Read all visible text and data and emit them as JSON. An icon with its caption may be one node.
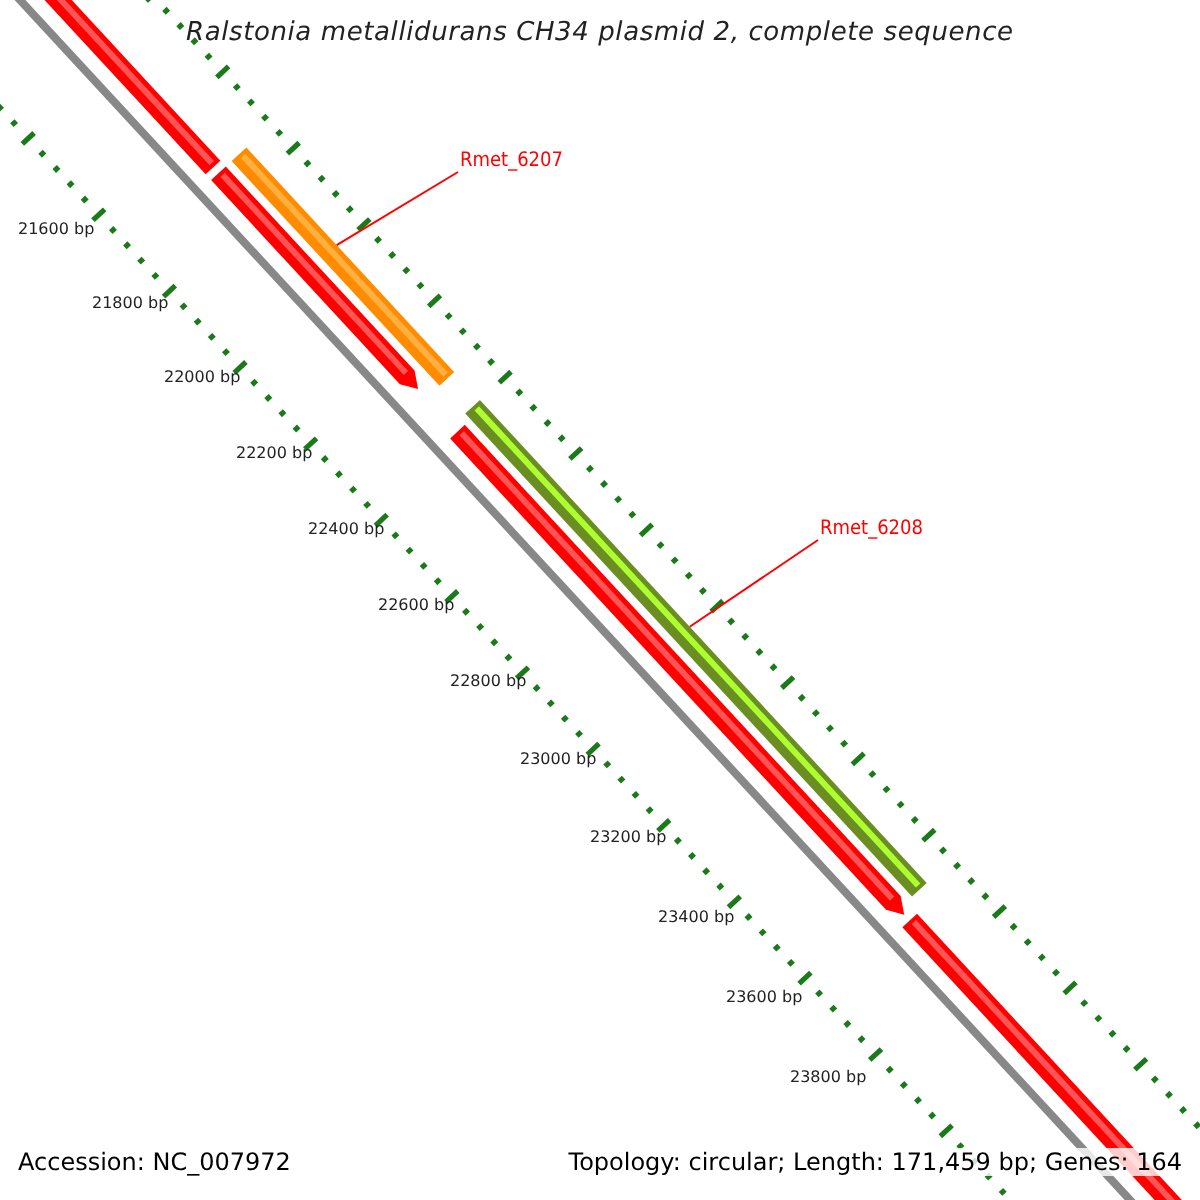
{
  "diagram": {
    "title": "Ralstonia metallidurans CH34 plasmid 2, complete sequence",
    "nodes": [
      {
        "text": [
          "Rmet_6207"
        ]
      },
      {
        "text": [],
        "shape": "bar"
      },
      {
        "text": [
          "Rmet_6208"
        ]
      },
      {
        "text": [],
        "shape": "bar"
      },
      {
        "text": [],
        "shape": "bar"
      },
      {
        "text": [],
        "shape": "bar"
      },
      {
        "text": [],
        "shape": "bar"
      },
      {
        "text": [],
        "shape": "bar"
      }
    ],
    "edges": [
      {
        "from": 0,
        "to": 1,
        "arrow": "none"
      },
      {
        "from": 2,
        "to": 3,
        "arrow": "none"
      }
    ],
    "labels": [
      "21600 bp",
      "21800 bp",
      "22000 bp",
      "22200 bp",
      "22400 bp",
      "22600 bp",
      "22800 bp",
      "23000 bp",
      "23200 bp",
      "23400 bp",
      "23600 bp",
      "23800 bp",
      "Accession: NC_007972",
      "Topology: circular; Length: 171,459 bp; Genes: 164"
    ]
  }
}
